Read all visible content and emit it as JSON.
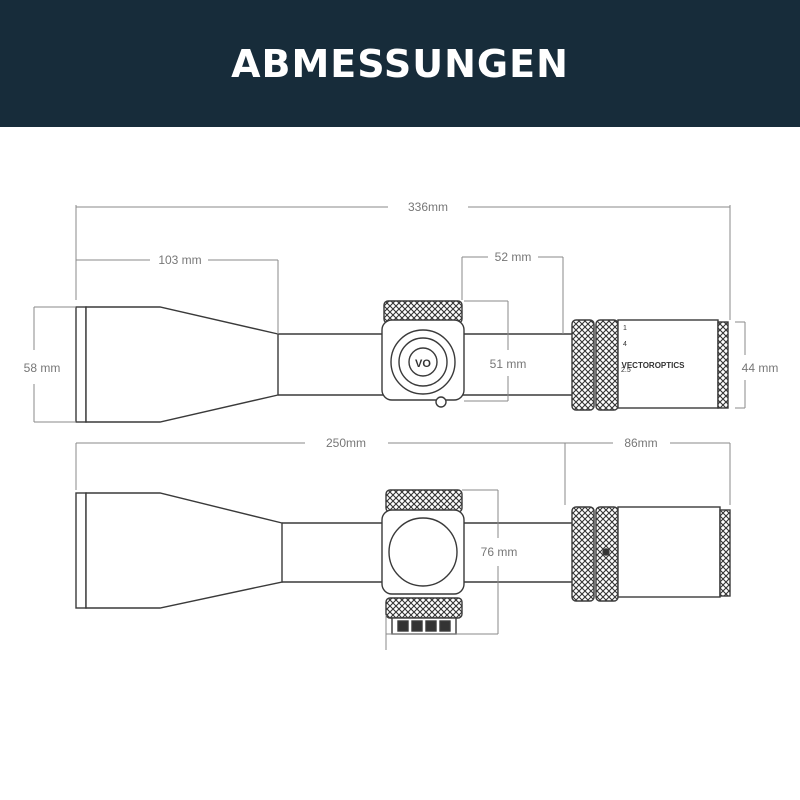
{
  "header": {
    "title": "ABMESSUNGEN"
  },
  "colors": {
    "header_bg": "#172c3a",
    "outline": "#3a3a3a",
    "dimension": "#8a8a8a"
  },
  "brand": "VECTOROPTICS",
  "top_view": {
    "overall_length": "336mm",
    "objective_length": "103 mm",
    "turret_width": "52 mm",
    "objective_diameter": "58 mm",
    "turret_height": "51 mm",
    "eyepiece_diameter": "44 mm",
    "magnification_marks": [
      "1",
      "4",
      "2.5"
    ]
  },
  "side_view": {
    "length_to_eyepiece": "250mm",
    "eyepiece_length": "86mm",
    "turret_height": "76 mm"
  }
}
